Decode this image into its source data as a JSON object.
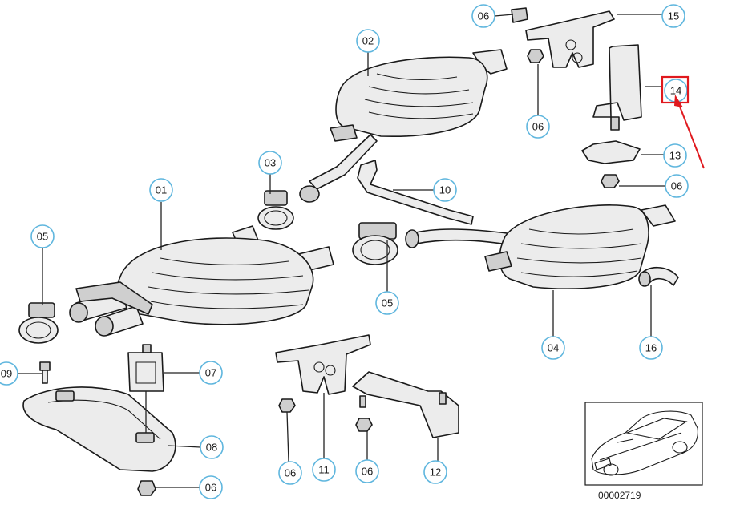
{
  "diagram": {
    "document_number": "00002719",
    "highlight_color": "#e0191e",
    "callout_ring_color": "#5fb6de",
    "callouts": {
      "c01": "01",
      "c02": "02",
      "c03": "03",
      "c04": "04",
      "c05a": "05",
      "c05b": "05",
      "c06a": "06",
      "c06b": "06",
      "c06c": "06",
      "c06d": "06",
      "c06e": "06",
      "c06f": "06",
      "c07": "07",
      "c08": "08",
      "c09": "09",
      "c10": "10",
      "c11": "11",
      "c12": "12",
      "c13": "13",
      "c14": "14",
      "c15": "15",
      "c16": "16"
    },
    "highlighted_part": "14"
  }
}
